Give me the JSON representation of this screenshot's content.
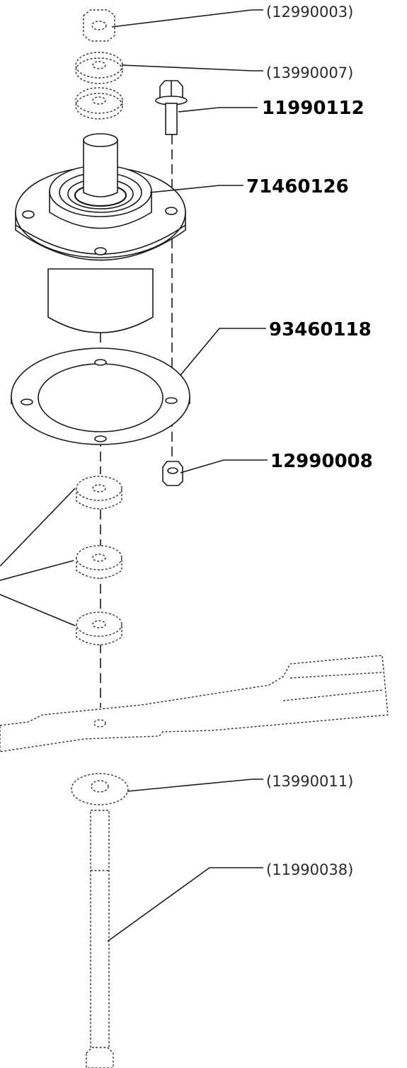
{
  "labels": {
    "top_nut": "(12990003)",
    "top_washer": "(13990007)",
    "bolt": "11990112",
    "spindle": "71460126",
    "plate": "93460118",
    "nut": "12990008",
    "blade_washer": "(13990011)",
    "spindle_bolt": "(11990038)"
  }
}
